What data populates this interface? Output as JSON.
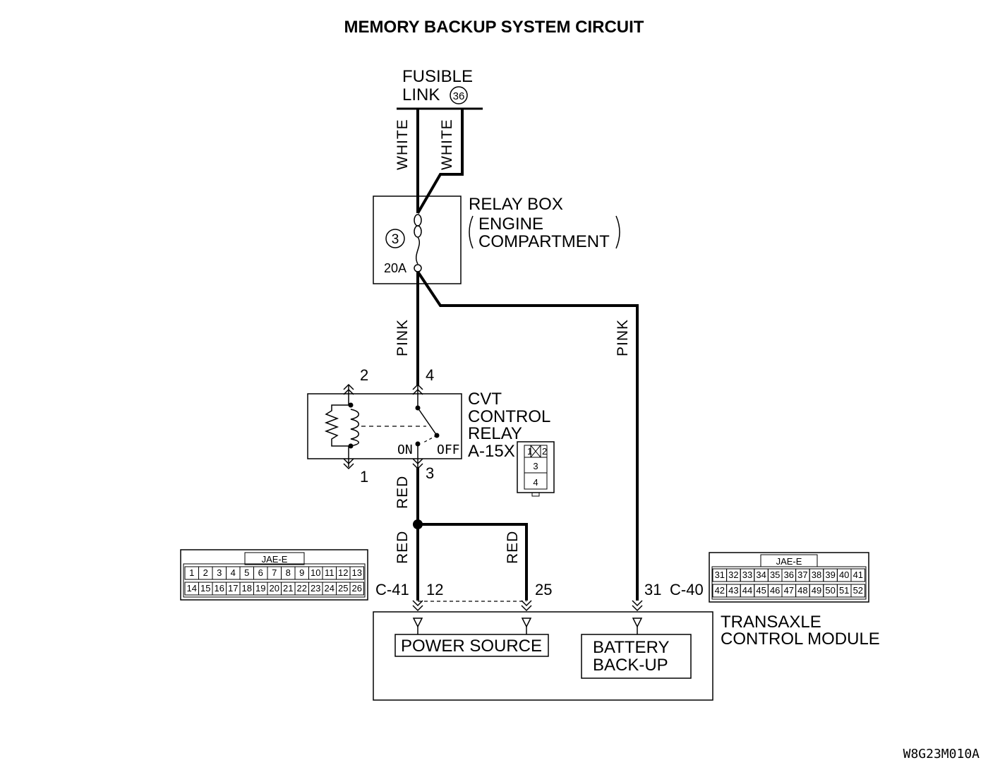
{
  "title": "MEMORY BACKUP SYSTEM CIRCUIT",
  "fusible_link": {
    "line1": "FUSIBLE",
    "line2": "LINK",
    "number": "36"
  },
  "wire_colors": {
    "white_left": "WHITE",
    "white_right": "WHITE",
    "pink_left": "PINK",
    "pink_right": "PINK",
    "red_upper": "RED",
    "red_lower": "RED",
    "red_right": "RED"
  },
  "relay_box": {
    "line1": "RELAY BOX",
    "line2": "ENGINE",
    "line3": "COMPARTMENT",
    "fuse_number": "3",
    "fuse_rating": "20A"
  },
  "cvt_relay": {
    "line1": "CVT",
    "line2": "CONTROL",
    "line3": "RELAY",
    "connector": "A-15X",
    "pins": {
      "p1": "1",
      "p2": "2",
      "p3": "3",
      "p4": "4"
    },
    "on_label": "ON",
    "off_label": "OFF",
    "connector_face": {
      "row1": [
        "1",
        "2"
      ],
      "row2": [
        "3"
      ],
      "row3": [
        "4"
      ]
    }
  },
  "connector_c41": {
    "label": "C-41",
    "header": "JAE-E",
    "row1": [
      "1",
      "2",
      "3",
      "4",
      "5",
      "6",
      "7",
      "8",
      "9",
      "10",
      "11",
      "12",
      "13"
    ],
    "row2": [
      "14",
      "15",
      "16",
      "17",
      "18",
      "19",
      "20",
      "21",
      "22",
      "23",
      "24",
      "25",
      "26"
    ]
  },
  "connector_c40": {
    "label": "C-40",
    "header": "JAE-E",
    "row1": [
      "31",
      "32",
      "33",
      "34",
      "35",
      "36",
      "37",
      "38",
      "39",
      "40",
      "41"
    ],
    "row2": [
      "42",
      "43",
      "44",
      "45",
      "46",
      "47",
      "48",
      "49",
      "50",
      "51",
      "52"
    ]
  },
  "module_pins": {
    "p12": "12",
    "p25": "25",
    "p31": "31"
  },
  "tcm": {
    "line1": "TRANSAXLE",
    "line2": "CONTROL MODULE",
    "power_source": "POWER SOURCE",
    "battery_line1": "BATTERY",
    "battery_line2": "BACK-UP"
  },
  "figure_code": "W8G23M010A"
}
